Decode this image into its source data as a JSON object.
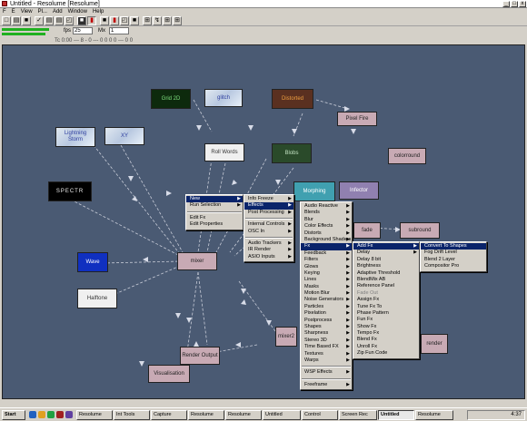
{
  "window": {
    "title": "Untitled - Resolume [Resolume]",
    "min": "_",
    "max": "□",
    "close": "x"
  },
  "menubar": [
    "F",
    "E",
    "View",
    "Pl...",
    "Add",
    "Window",
    "Help"
  ],
  "toolbar": [
    "□",
    "▤",
    "■",
    "✓",
    "▤",
    "▤",
    "◰",
    "■",
    "▮",
    "■",
    "▮",
    "◰",
    "■",
    "⊞",
    "↯",
    "⊞",
    "⊞"
  ],
  "controls": {
    "field1": "25",
    "field2": "1",
    "label1": "fps",
    "label2": "Mx",
    "status": "Tc 0:00 --- 8 - 0 --- 0 0 0 0 --- 0 0"
  },
  "nodes": [
    {
      "id": "n1",
      "label": "Grid 2D",
      "style": "green"
    },
    {
      "id": "n2",
      "label": "glitch",
      "style": "tex"
    },
    {
      "id": "n3",
      "label": "Distorted",
      "style": "brown"
    },
    {
      "id": "n4",
      "label": "Pixel Fire",
      "style": "pink"
    },
    {
      "id": "n5",
      "label": "Lightning Storm",
      "style": "tex"
    },
    {
      "id": "n6",
      "label": "XY",
      "style": "tex"
    },
    {
      "id": "n7",
      "label": "Roll Words",
      "style": "white"
    },
    {
      "id": "n8",
      "label": "Blobs",
      "style": "mottle"
    },
    {
      "id": "n9",
      "label": "colorround",
      "style": "pink"
    },
    {
      "id": "n10",
      "label": "SPECTR",
      "style": "black"
    },
    {
      "id": "n11",
      "label": "Morphing",
      "style": "teal"
    },
    {
      "id": "n12",
      "label": "Infector",
      "style": "purple"
    },
    {
      "id": "n13",
      "label": "Wave",
      "style": "blue"
    },
    {
      "id": "n14",
      "label": "Halftone",
      "style": "white"
    },
    {
      "id": "n15",
      "label": "mixer",
      "style": "pink"
    },
    {
      "id": "n16",
      "label": "subround",
      "style": "pink"
    },
    {
      "id": "n17",
      "label": "fade",
      "style": "pink"
    },
    {
      "id": "n18",
      "label": "Visualisation",
      "style": "pink"
    },
    {
      "id": "n19",
      "label": "Render Output",
      "style": "pink"
    },
    {
      "id": "n20",
      "label": "mixer2",
      "style": "pink"
    },
    {
      "id": "n21",
      "label": "render",
      "style": "pink"
    }
  ],
  "menu1": [
    {
      "label": "New",
      "sub": true,
      "sel": true
    },
    {
      "label": "Run Selection",
      "sub": true
    },
    {
      "sep": true
    },
    {
      "label": "Edit Fx",
      "sub": false
    },
    {
      "label": "Edit Properties",
      "sub": false
    }
  ],
  "menu2": [
    {
      "label": "Info Freeze",
      "sub": true
    },
    {
      "label": "Effects",
      "sub": true,
      "sel": true
    },
    {
      "label": "Post Processing",
      "sub": true
    },
    {
      "sep": true
    },
    {
      "label": "Internal Controls",
      "sub": true
    },
    {
      "label": "OSC In",
      "sub": true
    },
    {
      "sep": true
    },
    {
      "label": "Audio Trackers",
      "sub": true
    },
    {
      "label": "IR Render",
      "sub": true
    },
    {
      "label": "ASIO Inputs",
      "sub": true
    }
  ],
  "menu3": [
    {
      "label": "Audio Reactive",
      "sub": true
    },
    {
      "label": "Blends",
      "sub": true
    },
    {
      "label": "Blur",
      "sub": true
    },
    {
      "label": "Color Effects",
      "sub": true
    },
    {
      "label": "Distorts",
      "sub": true
    },
    {
      "label": "Background Shaders",
      "sub": true
    },
    {
      "label": "Fx",
      "sub": true,
      "sel": true
    },
    {
      "label": "Feedback",
      "sub": true
    },
    {
      "label": "Filters",
      "sub": true
    },
    {
      "label": "Glows",
      "sub": true
    },
    {
      "label": "Keying",
      "sub": true
    },
    {
      "label": "Lines",
      "sub": true
    },
    {
      "label": "Masks",
      "sub": true
    },
    {
      "label": "Motion Blur",
      "sub": true
    },
    {
      "label": "Noise Generators",
      "sub": true
    },
    {
      "label": "Particles",
      "sub": true
    },
    {
      "label": "Pixelation",
      "sub": true
    },
    {
      "label": "Postprocess",
      "sub": true
    },
    {
      "label": "Shapes",
      "sub": true
    },
    {
      "label": "Sharpness",
      "sub": true
    },
    {
      "label": "Stereo 3D",
      "sub": true
    },
    {
      "label": "Time Based FX",
      "sub": true
    },
    {
      "label": "Textures",
      "sub": true
    },
    {
      "label": "Warps",
      "sub": true
    },
    {
      "sep": true
    },
    {
      "label": "WSP Effects",
      "sub": true
    },
    {
      "sep": true
    },
    {
      "label": "Freeframe",
      "sub": true
    }
  ],
  "menu4": [
    {
      "label": "Add Fx",
      "sub": true,
      "sel": true
    },
    {
      "label": "Delay",
      "sub": true
    },
    {
      "label": "Delay 8 bit",
      "sub": false
    },
    {
      "label": "Brightness",
      "sub": false
    },
    {
      "label": "Adaptive Threshold",
      "sub": false
    },
    {
      "label": "BlendMix AB",
      "sub": false
    },
    {
      "label": "Reference Panel",
      "sub": false
    },
    {
      "label": "Fade Out",
      "sub": false,
      "dis": true
    },
    {
      "label": "Assign Fx",
      "sub": false
    },
    {
      "label": "Tune Fx To",
      "sub": false
    },
    {
      "label": "Phase Pattern",
      "sub": false
    },
    {
      "label": "Fun Fx",
      "sub": false
    },
    {
      "label": "Show Fx",
      "sub": false
    },
    {
      "label": "Tempo Fx",
      "sub": false
    },
    {
      "label": "Blend Fx",
      "sub": false
    },
    {
      "label": "Unroll Fx",
      "sub": false
    },
    {
      "label": "Zip Fun Code",
      "sub": false
    }
  ],
  "menu5": [
    {
      "label": "Convert To Shapes",
      "sub": false,
      "sel": true
    },
    {
      "label": "Fog Drift Level",
      "sub": false
    },
    {
      "label": "Blend 2 Layer",
      "sub": false
    },
    {
      "label": "Compositor Pro",
      "sub": false
    }
  ],
  "taskbar": {
    "start": "Start",
    "buttons": [
      "Resolume",
      "Int Tools",
      "Capture",
      "Resolume",
      "Resolume",
      "Untitled",
      "Control",
      "Screen Rec",
      "Untitled",
      "Resolume"
    ],
    "clock": "4:37"
  },
  "colors": {
    "canvas": "#4a5a73",
    "selection": "#0a246a",
    "chrome": "#d4d0c8"
  }
}
